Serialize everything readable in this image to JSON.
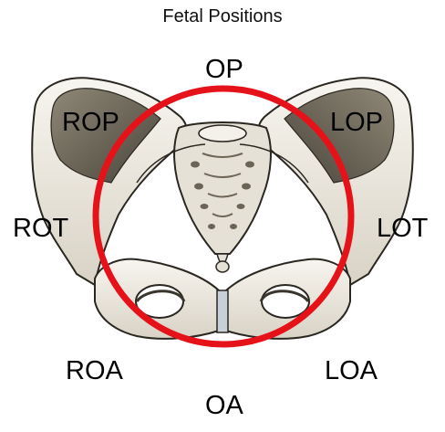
{
  "title": "Fetal Positions",
  "labels": {
    "op": "OP",
    "oa": "OA",
    "rop": "ROP",
    "lop": "LOP",
    "rot": "ROT",
    "lot": "LOT",
    "roa": "ROA",
    "loa": "LOA"
  },
  "colors": {
    "circle": "#e5121a",
    "bone_light": "#f2efe8",
    "bone_shadow": "#b9b2a2",
    "bone_dark": "#4f4a40",
    "outline": "#2a2620",
    "cartilage": "#c7cfd8"
  },
  "icons": {
    "pelvis": "pelvis-illustration",
    "circle": "fetal-head-circle"
  }
}
